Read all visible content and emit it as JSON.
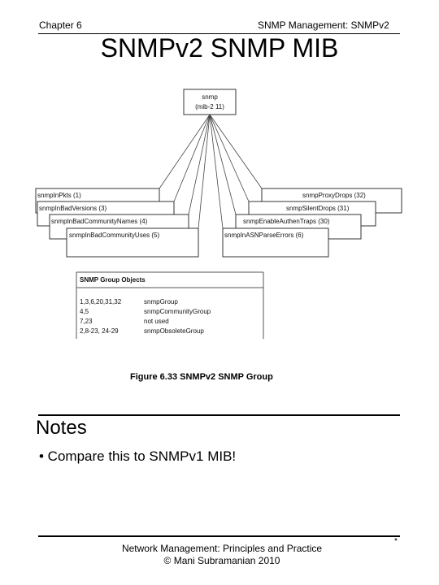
{
  "header": {
    "chapter": "Chapter 6",
    "section": "SNMP Management: SNMPv2"
  },
  "title": "SNMPv2 SNMP MIB",
  "figure": {
    "root": {
      "line1": "snmp",
      "line2": "(mib-2 11)"
    },
    "left_nodes": [
      "snmpInPkts (1)",
      "snmpInBadVersions (3)",
      "snmpInBadCommunityNames (4)",
      "snmpInBadCommunityUses (5)"
    ],
    "right_nodes": [
      "snmpProxyDrops (32)",
      "snmpSilentDrops (31)",
      "snmpEnableAuthenTraps (30)",
      "snmpInASNParseErrors (6)"
    ],
    "table": {
      "header": "SNMP Group Objects",
      "rows": [
        [
          "1,3,6,20,31,32",
          "snmpGroup"
        ],
        [
          "4,5",
          "snmpCommunityGroup"
        ],
        [
          "7,23",
          "not used"
        ],
        [
          "2,8-23, 24-29",
          "snmpObsoleteGroup"
        ]
      ]
    },
    "caption": "Figure 6.33  SNMPv2 SNMP Group"
  },
  "notes": {
    "title": "Notes",
    "bullet": "• Compare this to SNMPv1 MIB!"
  },
  "footer": {
    "star": "*",
    "line1": "Network Management: Principles and Practice",
    "line2": "© Mani Subramanian 2010"
  }
}
